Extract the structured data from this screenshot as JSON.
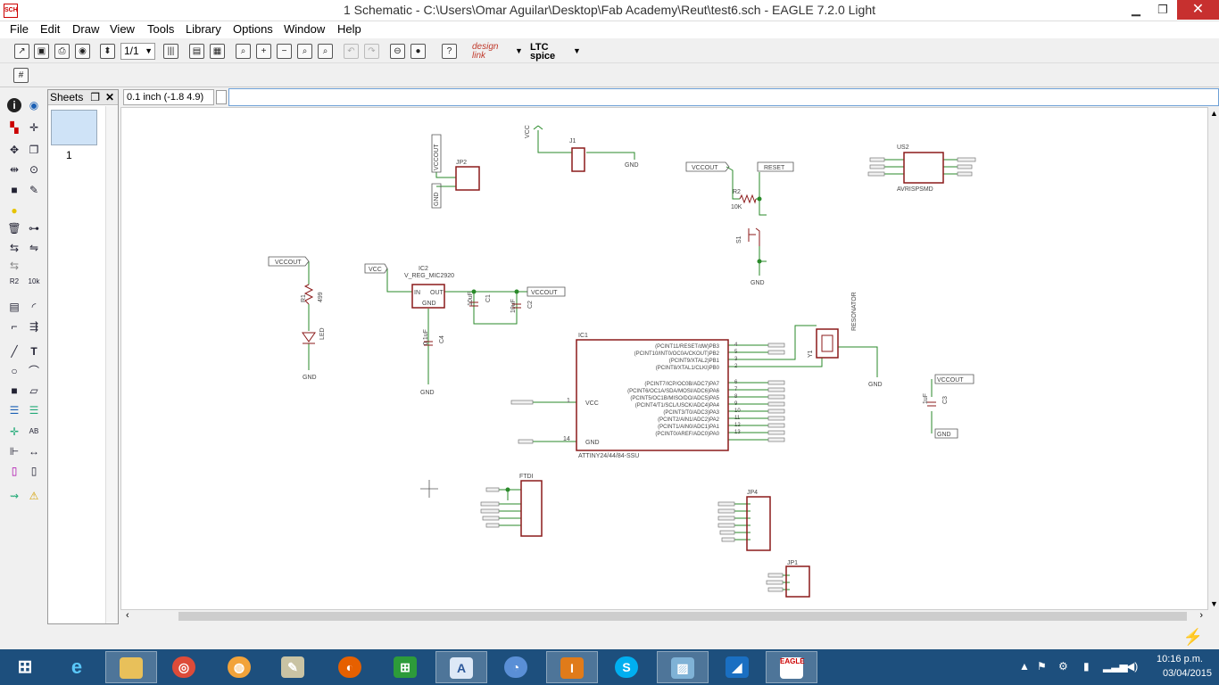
{
  "window": {
    "title": "1 Schematic - C:\\Users\\Omar Aguilar\\Desktop\\Fab Academy\\Reut\\test6.sch - EAGLE 7.2.0 Light",
    "icon_text": "SCH",
    "minimize": "▁",
    "maximize": "❐",
    "close": "✕"
  },
  "menu": [
    "File",
    "Edit",
    "Draw",
    "View",
    "Tools",
    "Library",
    "Options",
    "Window",
    "Help"
  ],
  "toolbar": {
    "zoom_select": "1/1",
    "design_link": "design link",
    "ltc_spice": "LTC spice"
  },
  "sheets": {
    "header": "Sheets",
    "sheet_number": "1"
  },
  "coordinates": "0.1 inch (-1.8 4.9)",
  "command_value": "",
  "tool_labels": {
    "r2_label": "R2",
    "value_label": "10k",
    "ab_label": "AB"
  },
  "schematic": {
    "vcc": "VCC",
    "vccout": "VCCOUT",
    "gnd": "GND",
    "reset": "RESET",
    "j1": "J1",
    "jp2": "JP2",
    "us2": "US2",
    "avrisp": "AVRISPSMD",
    "r2": "R2",
    "r2_val": "10K",
    "s1": "S1",
    "ic2": "IC2",
    "ic2_val": "V_REG_MIC2920",
    "ic2_in": "IN",
    "ic2_out": "OUT",
    "ic2_gnd": "GND",
    "c1": "C1",
    "c1_val": "10uF",
    "c2": "C2",
    "c2_val": "10uF",
    "c4": "C4",
    "c4_val": "0.1uF",
    "r1": "R1",
    "r1_val": "499",
    "led": "LED",
    "ic1": "IC1",
    "ic1_part": "ATTINY24/44/84-SSU",
    "ic1_vcc": "VCC",
    "ic1_gnd": "GND",
    "resonator": "RESONATOR",
    "y1": "Y1",
    "c3": "C3",
    "c3_val": "1uF",
    "ftdi": "FTDI",
    "jp4": "JP4",
    "jp1": "JP1",
    "ic1_pins": [
      {
        "name": "(PCINT11/RESET/dW)PB3",
        "num": "4"
      },
      {
        "name": "(PCINT10/INT0/OC0A/CKOUT)PB2",
        "num": "5"
      },
      {
        "name": "(PCINT9/XTAL2)PB1",
        "num": "3"
      },
      {
        "name": "(PCINT8/XTAL1/CLKI)PB0",
        "num": "2"
      },
      {
        "name": "(PCINT7/ICP/OC0B/ADC7)PA7",
        "num": "6"
      },
      {
        "name": "(PCINT6/OC1A/SDA/MOSI/ADC6)PA6",
        "num": "7"
      },
      {
        "name": "(PCINT5/OC1B/MISO/DO/ADC5)PA5",
        "num": "8"
      },
      {
        "name": "(PCINT4/T1/SCL/USCK/ADC4)PA4",
        "num": "9"
      },
      {
        "name": "(PCINT3/T0/ADC3)PA3",
        "num": "10"
      },
      {
        "name": "(PCINT2/AIN1/ADC2)PA2",
        "num": "11"
      },
      {
        "name": "(PCINT1/AIN0/ADC1)PA1",
        "num": "12"
      },
      {
        "name": "(PCINT0/AREF/ADC0)PA0",
        "num": "13"
      }
    ],
    "pin1": "1",
    "pin14": "14"
  },
  "taskbar": {
    "time": "10:16 p.m.",
    "date": "03/04/2015",
    "eagle": "EAGLE"
  }
}
